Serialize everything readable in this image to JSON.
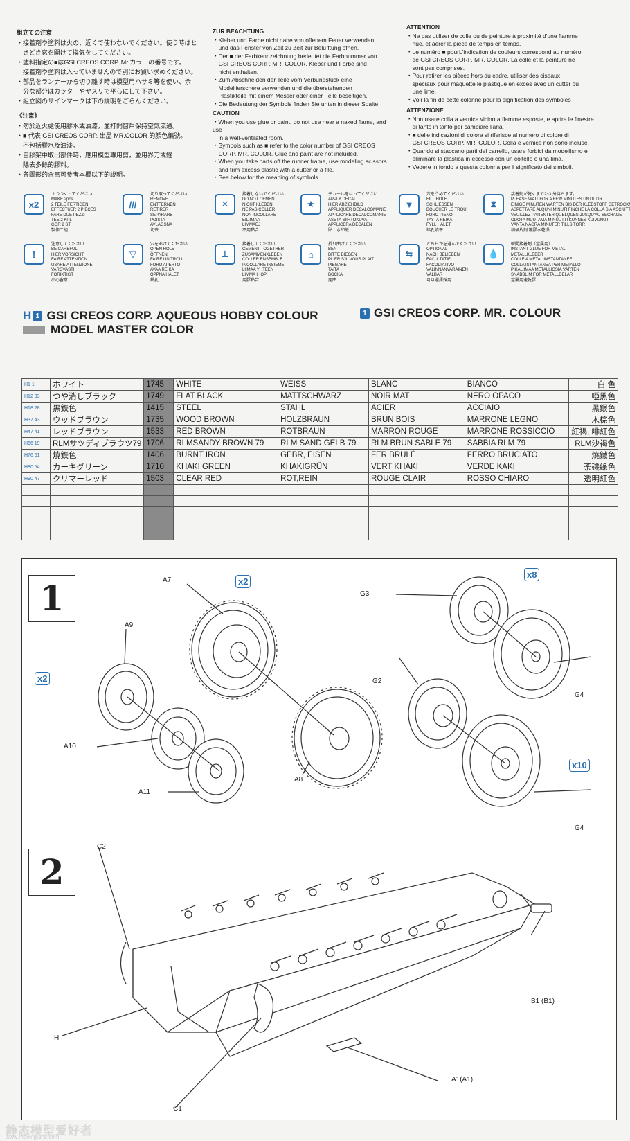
{
  "intro": {
    "ja": [
      "組立ての注意",
      "・接着剤や塗料は火の、近くで使わないでください。使う時はと",
      "　きどき窓を開けて換気をしてください。",
      "・塗料指定の■はGSI CREOS CORP. Mr.カラーの番号です。",
      "　接着剤や塗料は入っていませんので別にお買い求めください。",
      "・部品をランナーから切り離す時は模型用ハサミ等を使い、余",
      "　分な部分はカッターやヤスリで平らにして下さい。",
      "・組立図のサインマークは下の説明をごらんください。"
    ],
    "zh": [
      "《注意》",
      "・勿於近火處使用膠水或油漆，並打開窗戶保持空氣流通。",
      "・■ 代表 GSI CREOS CORP. 出品 MR.COLOR 的顏色編號。",
      "　不包括膠水及油漆。",
      "・自膠架中取出部件時，應用模型專用剪，並用界刀或銼",
      "　除去多餘的膠料。",
      "・各圖形的含意可參考本欄以下的說明。"
    ],
    "de": [
      "ZUR BEACHTUNG",
      "・Kleber und Farbe nicht nahe von offenem Feuer verwenden",
      "　und das Fenster von Zeit zu Zeit zur Belü ftung öfnen.",
      "・Der ■ der Farbkennzeichnung bedeutet die Farbnummer von",
      "　GSI CREOS CORP. MR. COLOR. Kleber und Farbe sind",
      "　nicht enthalten.",
      "・Zum Abschneiden der Teile vom Verbundstück eine",
      "　Modellierschere verwenden und die überstehenden",
      "　Plastikteile mit einem Messer oder einer Feile beseitigen.",
      "・Die Bedeutung der Symbols finden Sie unten in dieser Spalte."
    ],
    "en": [
      "CAUTION",
      "・When you use glue or paint, do not use near a naked flame, and use",
      "　in a well-ventilated room.",
      "・Symbols such as ■ refer to the color number of GSI CREOS",
      "　CORP. MR. COLOR. Glue and paint are not included.",
      "・When you take parts off the runner frame, use modeling scissors",
      "　and trim excess plastic with a cutter or a file.",
      "・See below for the meaning of symbols."
    ],
    "fr": [
      "ATTENTION",
      "・Ne pas utiliser de colle ou de peinture à proximité d'une flamme",
      "　nue, et aérer la pièce de temps en temps.",
      "・Le numéro ■ pourL'indication de couleurs correspond au numéro",
      "　de GSI CREOS CORP. MR. COLOR. La colle et la peinture ne",
      "　sont pas comprises.",
      "・Pour retirer les pièces hors du cadre, utiliser des ciseaux",
      "　spécìaux pour maquette le plastique en excès avec un cutter ou",
      "　une lime.",
      "・Voir la fin de cette colonne pour la signification des symboles"
    ],
    "it": [
      "ATTENZIONE",
      "・Non usare colla a vernice vicino a flamme esposte, e aprire le finestre",
      "　di tanto in tanto per cambiare l'aria.",
      "・■ delle indicazioni di colore si riferisce al numero di colore di",
      "　GSI CREOS CORP. MR. COLOR. Colla e vernice non sono incluse.",
      "・Quando si staccano parti del carrello, usare forbici da modellismo e",
      "　eliminare la plastica in eccesso con un coltello o una lima.",
      "・Vedere in fondo a questa colonna per il significato dei simboli."
    ]
  },
  "symbols": [
    {
      "icon": "make-two-icon",
      "glyph": "x2",
      "lines": [
        "２つつくってください",
        "MAKE 2pcs",
        "2 TEILE FERTIGEN",
        "EFFECTUER 2 PIECES",
        "FARE DUE PEZZI",
        "TEE 2 KPL",
        "GÖR 2 ST",
        "製作二組"
      ]
    },
    {
      "icon": "remove-icon",
      "glyph": "///",
      "lines": [
        "切り取ってください",
        "REMOVE",
        "ENTFERNEN",
        "RETIRER",
        "SEPARARE",
        "POISTA",
        "AVLÄGSNA",
        "切去"
      ]
    },
    {
      "icon": "do-not-cement-icon",
      "glyph": "✕",
      "lines": [
        "接着しないでください",
        "DO NOT CEMENT",
        "NICHT KLEBEN",
        "NE PAS COLLER",
        "NON INCOLLARE",
        "EILIIMAA",
        "LIMMAEJ",
        "不用黏合"
      ]
    },
    {
      "icon": "apply-decal-icon",
      "glyph": "★",
      "lines": [
        "デカールをはってください",
        "APPLY DECAL",
        "HIER ABZIEHBILD",
        "APPLIQUER DECALCOMANIE",
        "APPLICARE DECALCOMANIE",
        "ASETA SIIRTOKUVA",
        "APPLICERA DECALEN",
        "貼上水印紙"
      ]
    },
    {
      "icon": "fill-hole-icon",
      "glyph": "▼",
      "lines": [
        "穴をうめてください",
        "FILL HOLE",
        "SCHLIESSEN",
        "BOUCHER LE TROU",
        "FORO PIENO",
        "TAYTA REIKA",
        "FYLL HÅLET",
        "銘孔填平"
      ]
    },
    {
      "icon": "wait-icon",
      "glyph": "⧗",
      "lines": [
        "接着剤が乾くまで2~3 分待ちます。",
        "PLEASE WAIT FOR A FEW MINUTES UNTIL DR",
        "EINIGE MINUTEN WARTEN BIS DER KLEBSTOFF GETROCKNET IST",
        "ASPETTARE ALQUNI MINUTI FINCHE LA COLLA SIA ASCIUTTA",
        "VEUILLEZ PATIENTER QUELQUES JUSQU'AU SECHAGE",
        "ODOTA MUUTAMA MINUUTTI KUNNES KUIVUNUT",
        "VÄNTA NÅGRA MINUTER TILLS TORR",
        "稍候片刻 讓膠水乾燥"
      ]
    },
    {
      "icon": "be-careful-icon",
      "glyph": "!",
      "lines": [
        "注意してください",
        "BE CAREFUL",
        "HIER VORSICHT",
        "FAIRE ATTENTION",
        "USARE ATTENZIONE",
        "VAROVASTI",
        "FORIKTIGT",
        "小心留意"
      ]
    },
    {
      "icon": "open-hole-icon",
      "glyph": "▽",
      "lines": [
        "穴をあけてください",
        "OPEN HOLE",
        "ÖFFNEN",
        "FAIRE UN TROU",
        "FORO APERTO",
        "AVAA REIKA",
        "ÖPPNA HÅLET",
        "鑽孔"
      ]
    },
    {
      "icon": "cement-together-icon",
      "glyph": "⊥",
      "lines": [
        "接着してください",
        "CEMENT TOGETHER",
        "ZUSAMMENKLEBEN",
        "COLLER ENSEMBLE",
        "INCOLLARE INSIEME",
        "LIIMAA YHTEEN",
        "LIMMA IHOP",
        "用膠黏合"
      ]
    },
    {
      "icon": "bend-icon",
      "glyph": "⌂",
      "lines": [
        "折り曲げてください",
        "BEN",
        "BITTE BIEGEN",
        "PLIER S'IL VOUS PLAIT",
        "PIEGARE",
        "TAITA",
        "BOCKA",
        "屈曲"
      ]
    },
    {
      "icon": "optional-icon",
      "glyph": "⇆",
      "lines": [
        "どちらかを選んでください",
        "OPTIONAL",
        "NACH BELIEBEN",
        "FACULTATIF",
        "FACOLTATIVO",
        "VALINNANVARAINEN",
        "VALBAR",
        "可以選擇採用"
      ]
    },
    {
      "icon": "instant-glue-icon",
      "glyph": "💧",
      "lines": [
        "瞬間接着剤（金属用）",
        "INSTANT GLUE FOR METAL",
        "METALLKLEBER",
        "COLLE A METAL INSTANTANEE",
        "COLLA ISTANTANEA PER METALLO",
        "PIKALIIMAA METALLIOSIA VARTEN",
        "SNABBLIM FÖR METALLDELAR",
        "金屬用速乾膠"
      ]
    }
  ],
  "color_header": {
    "aqueous_prefix": "H",
    "aqueous_num": "1",
    "aqueous": "GSI CREOS CORP. AQUEOUS HOBBY COLOUR",
    "mr_num": "1",
    "mr": "GSI CREOS CORP. MR. COLOUR",
    "mm": "MODEL MASTER COLOR"
  },
  "colors": [
    {
      "id": "H1 1",
      "ja": "ホワイト",
      "code": "1745",
      "en": "WHITE",
      "de": "WEISS",
      "fr": "BLANC",
      "it": "BIANCO",
      "zh": "白 色"
    },
    {
      "id": "H12 33",
      "ja": "つや消しブラック",
      "code": "1749",
      "en": "FLAT BLACK",
      "de": "MATTSCHWARZ",
      "fr": "NOIR MAT",
      "it": "NERO OPACO",
      "zh": "啞黑色"
    },
    {
      "id": "H18 28",
      "ja": "黒鉄色",
      "code": "1415",
      "en": "STEEL",
      "de": "STAHL",
      "fr": "ACIER",
      "it": "ACCIAIO",
      "zh": "黑銀色"
    },
    {
      "id": "H37 43",
      "ja": "ウッドブラウン",
      "code": "1735",
      "en": "WOOD BROWN",
      "de": "HOLZBRAUN",
      "fr": "BRUN BOIS",
      "it": "MARRONE LEGNO",
      "zh": "木棕色"
    },
    {
      "id": "H47 41",
      "ja": "レッドブラウン",
      "code": "1533",
      "en": "RED BROWN",
      "de": "ROTBRAUN",
      "fr": "MARRON ROUGE",
      "it": "MARRONE ROSSICCIO",
      "zh": "紅褐, 啡紅色"
    },
    {
      "id": "H66 19",
      "ja": "RLMサツディブラウツ79",
      "code": "1706",
      "en": "RLMSANDY BROWN 79",
      "de": "RLM SAND GELB 79",
      "fr": "RLM BRUN SABLE 79",
      "it": "SABBIA RLM 79",
      "zh": "RLM沙褐色"
    },
    {
      "id": "H76 61",
      "ja": "焼鉄色",
      "code": "1406",
      "en": "BURNT IRON",
      "de": "GEBR, EISEN",
      "fr": "FER BRULÉ",
      "it": "FERRO BRUCIATO",
      "zh": "燒鐵色"
    },
    {
      "id": "H80 54",
      "ja": "カーキグリーン",
      "code": "1710",
      "en": "KHAKI GREEN",
      "de": "KHAKIGRÜN",
      "fr": "VERT KHAKI",
      "it": "VERDE KAKI",
      "zh": "荼磯綠色"
    },
    {
      "id": "H90 47",
      "ja": "クリマーレッド",
      "code": "1503",
      "en": "CLEAR RED",
      "de": "ROT,REIN",
      "fr": "ROUGE CLAIR",
      "it": "ROSSO CHIARO",
      "zh": "透明紅色"
    }
  ],
  "empty_rows": 5,
  "step1": {
    "number": "1",
    "labels": {
      "a7": "A7",
      "a9": "A9",
      "a10": "A10",
      "a11": "A11",
      "a8": "A8",
      "g3": "G3",
      "g4a": "G4",
      "g2": "G2",
      "g4b": "G4"
    },
    "qty": {
      "a7": "x2",
      "a9": "x2",
      "g3": "x8",
      "g4": "x10"
    }
  },
  "step2": {
    "number": "2",
    "labels": {
      "c2": "C2",
      "h": "H",
      "c1": "C1",
      "a1": "A1(A1)",
      "b1": "B1 (B1)"
    }
  },
  "watermark": {
    "text": "静态模型爱好者",
    "url": "www.movingfans.com"
  }
}
